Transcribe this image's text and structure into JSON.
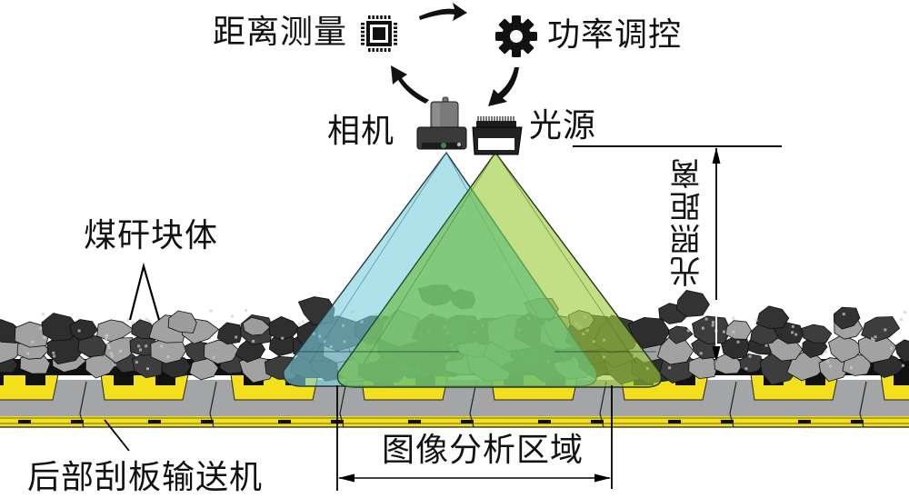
{
  "figure": {
    "top_labels": {
      "distance_measure": "距离测量",
      "power_control": "功率调控"
    },
    "devices": {
      "camera": "相机",
      "light_source": "光源"
    },
    "annotations": {
      "coal_gangue": "煤矸块体",
      "illumination_distance": "光照距离",
      "image_analysis_area": "图像分析区域",
      "rear_scraper_conveyor": "后部刮板输送机"
    },
    "icons": {
      "distance_measure_icon": "chip-icon",
      "power_control_icon": "gear-icon"
    },
    "colors": {
      "camera_fov": "#7ecfdf",
      "light_beam": "#9ccc3c",
      "overlap": "#5fbf8a",
      "conveyor_yellow": "#f3df1c",
      "conveyor_gray": "#9c9ea0",
      "coal_dark": "#2b2b2b",
      "gangue_gray": "#9a9a9a"
    }
  }
}
